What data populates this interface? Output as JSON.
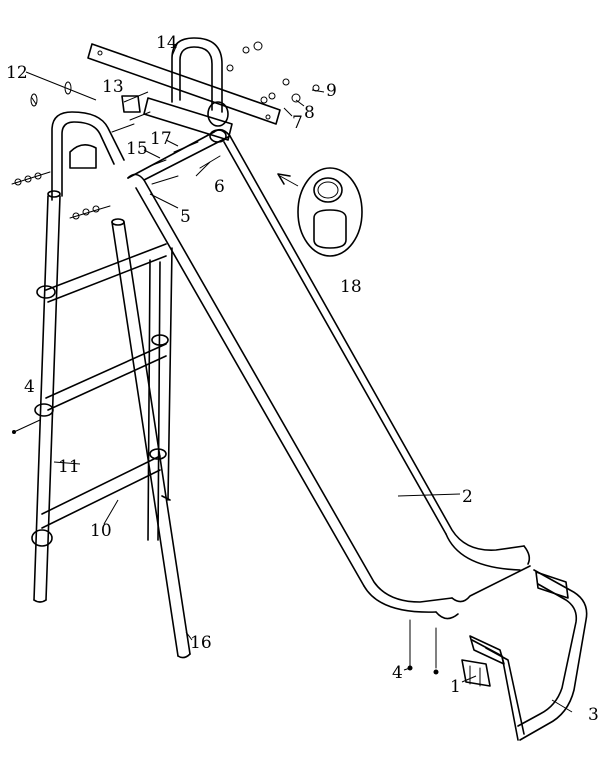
{
  "parts": [
    {
      "id": "p1",
      "label": "1"
    },
    {
      "id": "p2",
      "label": "2"
    },
    {
      "id": "p3",
      "label": "3"
    },
    {
      "id": "p4a",
      "label": "4"
    },
    {
      "id": "p4b",
      "label": "4"
    },
    {
      "id": "p5",
      "label": "5"
    },
    {
      "id": "p6",
      "label": "6"
    },
    {
      "id": "p7",
      "label": "7"
    },
    {
      "id": "p8",
      "label": "8"
    },
    {
      "id": "p9",
      "label": "9"
    },
    {
      "id": "p10",
      "label": "10"
    },
    {
      "id": "p11",
      "label": "11"
    },
    {
      "id": "p12",
      "label": "12"
    },
    {
      "id": "p13",
      "label": "13"
    },
    {
      "id": "p14",
      "label": "14"
    },
    {
      "id": "p15",
      "label": "15"
    },
    {
      "id": "p16",
      "label": "16"
    },
    {
      "id": "p17",
      "label": "17"
    },
    {
      "id": "p18",
      "label": "18"
    }
  ]
}
